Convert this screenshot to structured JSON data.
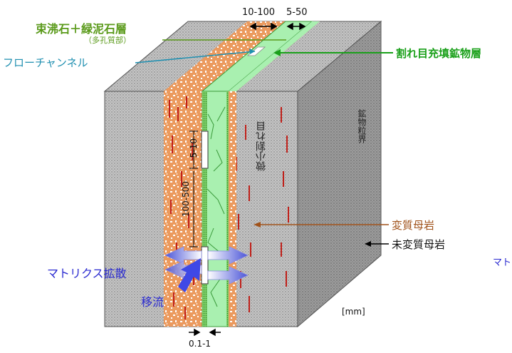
{
  "labels": {
    "zeolite_chlorite": "束沸石＋緑泥石層",
    "porous_part": "（多孔質部）",
    "flow_channel": "フローチャンネル",
    "fracture_filling": "割れ目充填鉱物層",
    "mineral_grain_boundary": "鉱物粒界",
    "micro_fracture": "微小割れ目",
    "altered_host_rock": "変質母岩",
    "unaltered_host_rock": "未変質母岩",
    "matrix_diffusion": "マトリクス拡散",
    "advection": "移流",
    "unit": "[mm]",
    "cut_off_text": "マト"
  },
  "dimensions": {
    "top_a": "10-100",
    "top_b": "5-50",
    "vert_a": "5-10",
    "vert_b": "100-500",
    "bottom": "0.1-1"
  },
  "colors": {
    "zeolite_label": "#5a9a1a",
    "flow_channel_label": "#1f8fb0",
    "fracture_filling_label": "#1aa01a",
    "altered_label": "#a0521a",
    "diffusion_label": "#2a2ad0",
    "host_rock_gray": "#b9b9b9",
    "altered_orange": "#e8965a",
    "mineral_green": "#a9f0b0"
  }
}
